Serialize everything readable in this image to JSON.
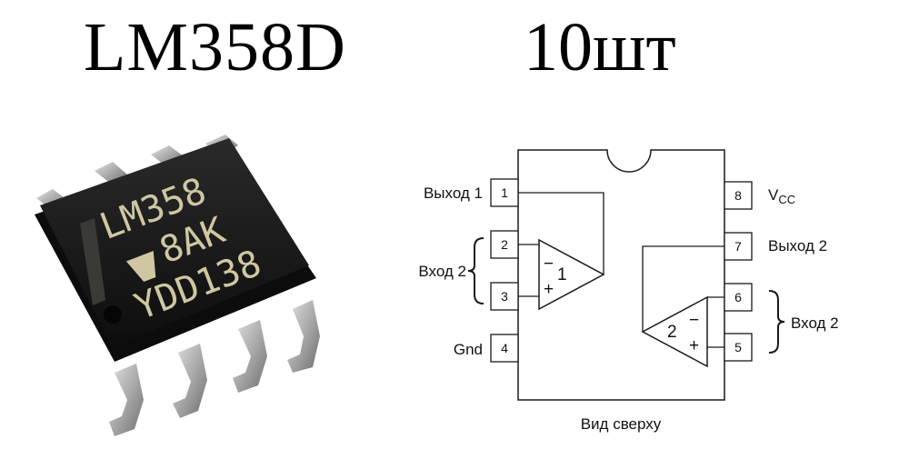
{
  "title": {
    "part_number": "LM358D",
    "quantity": "10шт"
  },
  "chip": {
    "marking_lines": [
      "LM358",
      "8AK",
      "YDD138"
    ]
  },
  "pinout": {
    "pins": [
      {
        "number": "1",
        "label": "Выход 1"
      },
      {
        "number": "2",
        "label": "Вход 2"
      },
      {
        "number": "3",
        "label": ""
      },
      {
        "number": "4",
        "label": "Gnd"
      },
      {
        "number": "5",
        "label": ""
      },
      {
        "number": "6",
        "label": "Вход 2"
      },
      {
        "number": "7",
        "label": "Выход 2"
      },
      {
        "number": "8",
        "label": "V"
      }
    ],
    "vcc_subscript": "CC",
    "amp1": {
      "id": "1",
      "minus": "−",
      "plus": "+"
    },
    "amp2": {
      "id": "2",
      "minus": "−",
      "plus": "+"
    },
    "caption": "Вид сверху"
  },
  "colors": {
    "chip_body": "#161616",
    "marking": "#cfc7a2",
    "lead": "#b9b9b9"
  }
}
